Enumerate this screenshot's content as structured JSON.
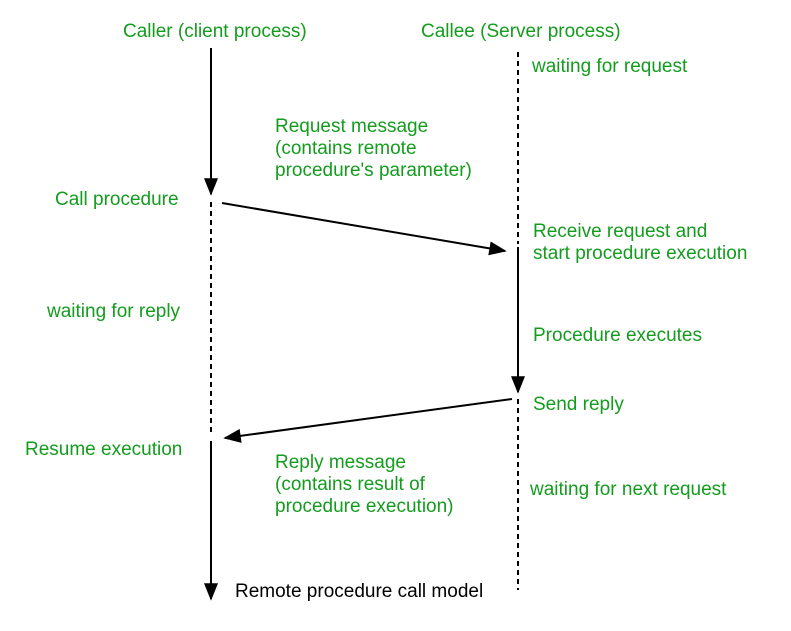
{
  "diagram": {
    "type": "sequence-diagram",
    "caption": "Remote procedure call model",
    "colors": {
      "text_green": "#149c1e",
      "line_black": "#000000",
      "background": "#ffffff"
    },
    "actors": {
      "caller": "Caller (client process)",
      "callee": "Callee (Server process)"
    },
    "caller_events": {
      "call_procedure": "Call procedure",
      "waiting_for_reply": "waiting for reply",
      "resume_execution": "Resume execution"
    },
    "callee_events": {
      "waiting_for_request": "waiting for request",
      "receive_request": "Receive request and\nstart procedure execution",
      "procedure_executes": "Procedure executes",
      "send_reply": "Send reply",
      "waiting_for_next_request": "waiting for next request"
    },
    "messages": {
      "request": "Request message\n(contains remote\nprocedure's parameter)",
      "reply": "Reply message\n(contains result of\nprocedure execution)"
    }
  }
}
